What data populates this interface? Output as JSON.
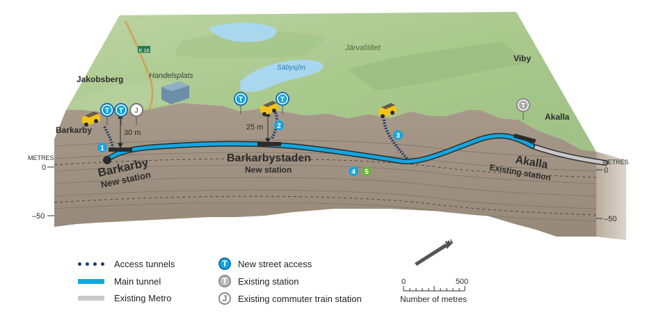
{
  "map": {
    "places": {
      "viby": "Viby",
      "jarvafaltet": "Järvafältet",
      "jakobsberg": "Jakobsberg",
      "handelsplats": "Handelsplats",
      "sabysjon": "Säbysjön",
      "barkarby_place": "Barkarby",
      "akalla_place": "Akalla",
      "road": "E 18"
    },
    "depth_labels": {
      "d30": "30 m",
      "d25": "25 m"
    },
    "axis_left": {
      "title": "METRES",
      "zero": "0",
      "minus50": "–50"
    },
    "axis_right": {
      "title": "METRES",
      "zero": "0",
      "minus50": "–50"
    },
    "stations": {
      "barkarby": {
        "name": "Barkarby",
        "sub": "New station"
      },
      "barkarbystaden": {
        "name": "Barkarbystaden",
        "sub": "New station"
      },
      "akalla": {
        "name": "Akalla",
        "sub": "Existing station"
      }
    },
    "markers": [
      "1",
      "2",
      "3",
      "4",
      "5"
    ],
    "sign_letters": {
      "t": "T",
      "j": "J"
    },
    "colors": {
      "main_tunnel": "#11a7e0",
      "access_tunnel": "#1f3a6b",
      "existing_metro": "#c9c9c9",
      "marker_blue": "#1ba3dc",
      "marker_green": "#6cb33f"
    }
  },
  "legend": {
    "access_tunnels": "Access tunnels",
    "main_tunnel": "Main tunnel",
    "existing_metro": "Existing Metro",
    "new_street_access": "New street access",
    "existing_station": "Existing station",
    "existing_commuter": "Existing commuter train station",
    "icon_t": "T",
    "icon_j": "J"
  },
  "scale": {
    "min": "0",
    "max": "500",
    "caption": "Number of metres",
    "north": "N"
  }
}
